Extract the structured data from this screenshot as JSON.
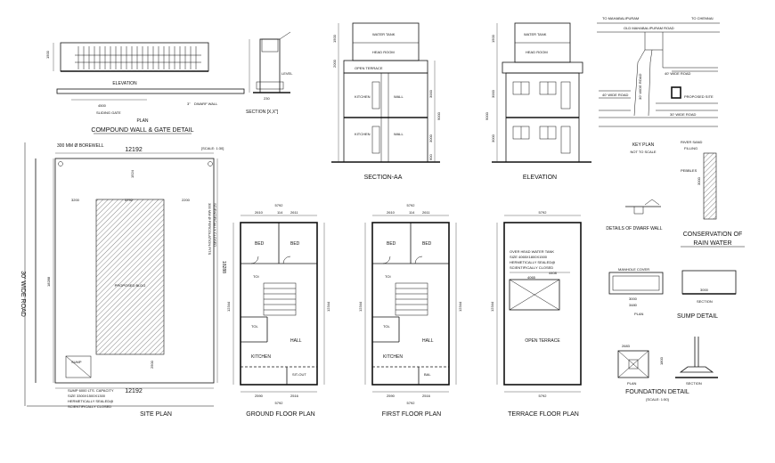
{
  "titles": {
    "compound": "COMPOUND WALL & GATE DETAIL",
    "section_aa": "SECTION-AA",
    "elevation": "ELEVATION",
    "site_plan": "SITE PLAN",
    "ground_floor": "GROUND FLOOR PLAN",
    "first_floor": "FIRST FLOOR PLAN",
    "terrace_floor": "TERRACE FLOOR PLAN",
    "dwarf_wall": "DETAILS OF DWARF WALL",
    "conservation": "CONSERVATION OF",
    "rain_water": "RAIN WATER",
    "sump_detail": "SUMP DETAIL",
    "foundation": "FOUNDATION  DETAIL",
    "key_plan": "KEY PLAN"
  },
  "compound": {
    "dim_1500": "1500",
    "elevation_label": "ELEVATION",
    "plan_label": "PLAN",
    "dim_4500": "4500",
    "sliding_gate": "SLIDING GATE",
    "dim_3": "3\"",
    "dwarf_wall": "DWARF WALL",
    "section_label": "SECTION [X,X\"]",
    "level": "LEVEL",
    "dim_230": "230"
  },
  "section_aa": {
    "water_tank": "WATER TANK",
    "head_room": "HEAD ROOM",
    "open_terrace": "OPEN TERRACE",
    "kitchen": "KITCHEN",
    "wall": "WALL",
    "dims": [
      "1500",
      "2000",
      "3000",
      "3000",
      "9000",
      "600"
    ]
  },
  "elevation": {
    "water_tank": "WATER TANK",
    "head_room": "HEAD ROOM",
    "dims": [
      "1500",
      "3000",
      "3000",
      "9000"
    ]
  },
  "key_plan": {
    "to_mahabalipuram": "TO MAHABALIPURAM",
    "to_chennai": "TO CHENNAI",
    "old_road": "OLD MAHABALIPURAM ROAD",
    "road_40_top": "40' WIDE ROAD",
    "road_40_left": "40' WIDE ROAD",
    "road_30": "30' WIDE ROAD",
    "proposed_site": "PROPOSED SITE",
    "road_30_bottom": "30' WIDE ROAD",
    "not_to_scale": "NOT TO SCALE"
  },
  "rain": {
    "river_sand": "RIVER SAND",
    "filling": "FILLING",
    "pebbles": "PEBBLES",
    "dim_3000": "3000"
  },
  "site": {
    "borewell": "300 MM Ø BOREWELL",
    "width_top": "12192",
    "scale": "[SCALE: 1:30]",
    "dim_1524": "1524",
    "dim_3200": "3200",
    "dim_5792": "5792",
    "dim_2200": "2200",
    "road": "30' WIDE ROAD",
    "depth_left": "18288",
    "depth_right": "18288",
    "proposed_bldg": "PROPOSED BLDG",
    "sump": "SUMP",
    "dim_2500": "2500",
    "width_bottom": "12192",
    "percolation_1": "300 MM Ø PERCOLATION PITS",
    "percolation_2": "SCIENTIFICALLY CLOSED",
    "note_1": "SUMP 6000 LTS. CAPACITY",
    "note_2": "SIZE 3300X1500X1300",
    "note_3": "HERMETICALLY SEALED@",
    "note_4": "SCIENTIFICALLY CLOSED"
  },
  "ground": {
    "dim_top": "5792",
    "dims_top": [
      "2610",
      "114",
      "2611"
    ],
    "bed1": "BED",
    "bed2": "BED",
    "toi": "TOI",
    "tol": "TOL",
    "hall": "HALL",
    "kitchen": "KITCHEN",
    "sitout": "SIT-OUT",
    "dims_bottom": [
      "2590",
      "2516"
    ],
    "dim_bottom": "5792",
    "dim_left": "12344",
    "dim_right": "12344"
  },
  "first": {
    "dim_top": "5792",
    "dims_top": [
      "2610",
      "114",
      "2611"
    ],
    "bed1": "BED",
    "bed2": "BED",
    "toi": "TOI",
    "tol": "TOL",
    "hall": "HALL",
    "kitchen": "KITCHEN",
    "bal": "BAL",
    "dims_bottom": [
      "2590",
      "2516"
    ],
    "dim_bottom": "5792",
    "dim_left": "12344",
    "dim_right": "12344"
  },
  "terrace": {
    "dim_top": "5792",
    "tank_1": "OVER HEAD WATER TANK",
    "tank_2": "SIZE 4065X1800X1500",
    "tank_3": "HERMETICALLY SEALED@",
    "tank_4": "SCIENTIFICALLY CLOSED",
    "dim_4408": "4408",
    "dim_4065": "4065",
    "open_terrace": "OPEN TERRACE",
    "dim_left": "12344",
    "dim_bottom": "5792"
  },
  "sump": {
    "manhole": "MANHOLE COVER",
    "dim_3000": "3000",
    "dim_3480": "3480",
    "plan": "PLAN",
    "section": "SECTION",
    "dim_3000b": "3000"
  },
  "foundation": {
    "dim_2683": "2683",
    "dim_1800": "1800",
    "plan": "PLAN",
    "section": "SECTION",
    "scale": "[SCALE: 1:50]"
  }
}
